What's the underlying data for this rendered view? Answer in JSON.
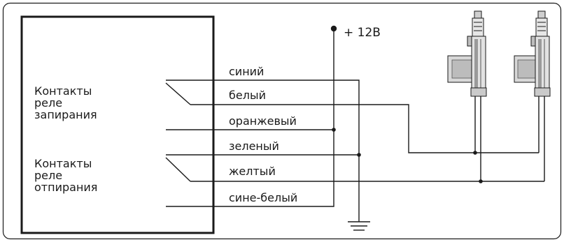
{
  "relay_lock": {
    "line1": "Контакты",
    "line2": "реле",
    "line3": "запирания"
  },
  "relay_unlock": {
    "line1": "Контакты",
    "line2": "реле",
    "line3": "отпирания"
  },
  "power_label": "+ 12В",
  "wires": {
    "blue": "синий",
    "white": "белый",
    "orange": "оранжевый",
    "green": "зеленый",
    "yellow": "желтый",
    "blue_white": "сине-белый"
  },
  "colors": {
    "line": "#1a1a1a",
    "actuator_body": "#dcdcdc",
    "actuator_shade": "#b5b5b5",
    "actuator_dark": "#6e6e6e"
  }
}
